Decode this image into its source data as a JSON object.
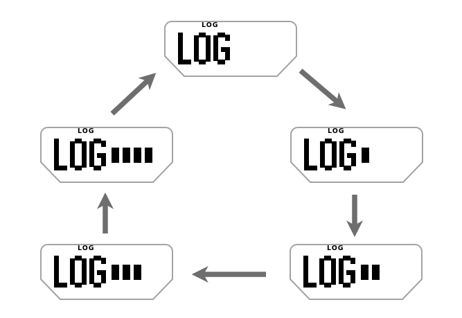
{
  "diagram": {
    "name": "log-mode-cycle",
    "colors": {
      "background": "#ffffff",
      "panel_border": "#a3a3a3",
      "panel_fill": "#ffffff",
      "arrow": "#6e6e6e",
      "text": "#000000"
    },
    "panels": [
      {
        "id": "log-level-0",
        "position": "top",
        "indicator_label": "LOG",
        "display_text": "LOG",
        "bars": 0
      },
      {
        "id": "log-level-1",
        "position": "right",
        "indicator_label": "LOG",
        "display_text": "LOG",
        "bars": 1
      },
      {
        "id": "log-level-2",
        "position": "bottom-right",
        "indicator_label": "LOG",
        "display_text": "LOG",
        "bars": 2
      },
      {
        "id": "log-level-3",
        "position": "bottom-left",
        "indicator_label": "LOG",
        "display_text": "LOG",
        "bars": 3
      },
      {
        "id": "log-level-4",
        "position": "left",
        "indicator_label": "LOG",
        "display_text": "LOG",
        "bars": 4
      }
    ],
    "arrows": [
      {
        "from": "log-level-0",
        "to": "log-level-1",
        "direction": "down-right"
      },
      {
        "from": "log-level-1",
        "to": "log-level-2",
        "direction": "down"
      },
      {
        "from": "log-level-2",
        "to": "log-level-3",
        "direction": "left"
      },
      {
        "from": "log-level-3",
        "to": "log-level-4",
        "direction": "up"
      },
      {
        "from": "log-level-4",
        "to": "log-level-0",
        "direction": "up-right"
      }
    ]
  }
}
